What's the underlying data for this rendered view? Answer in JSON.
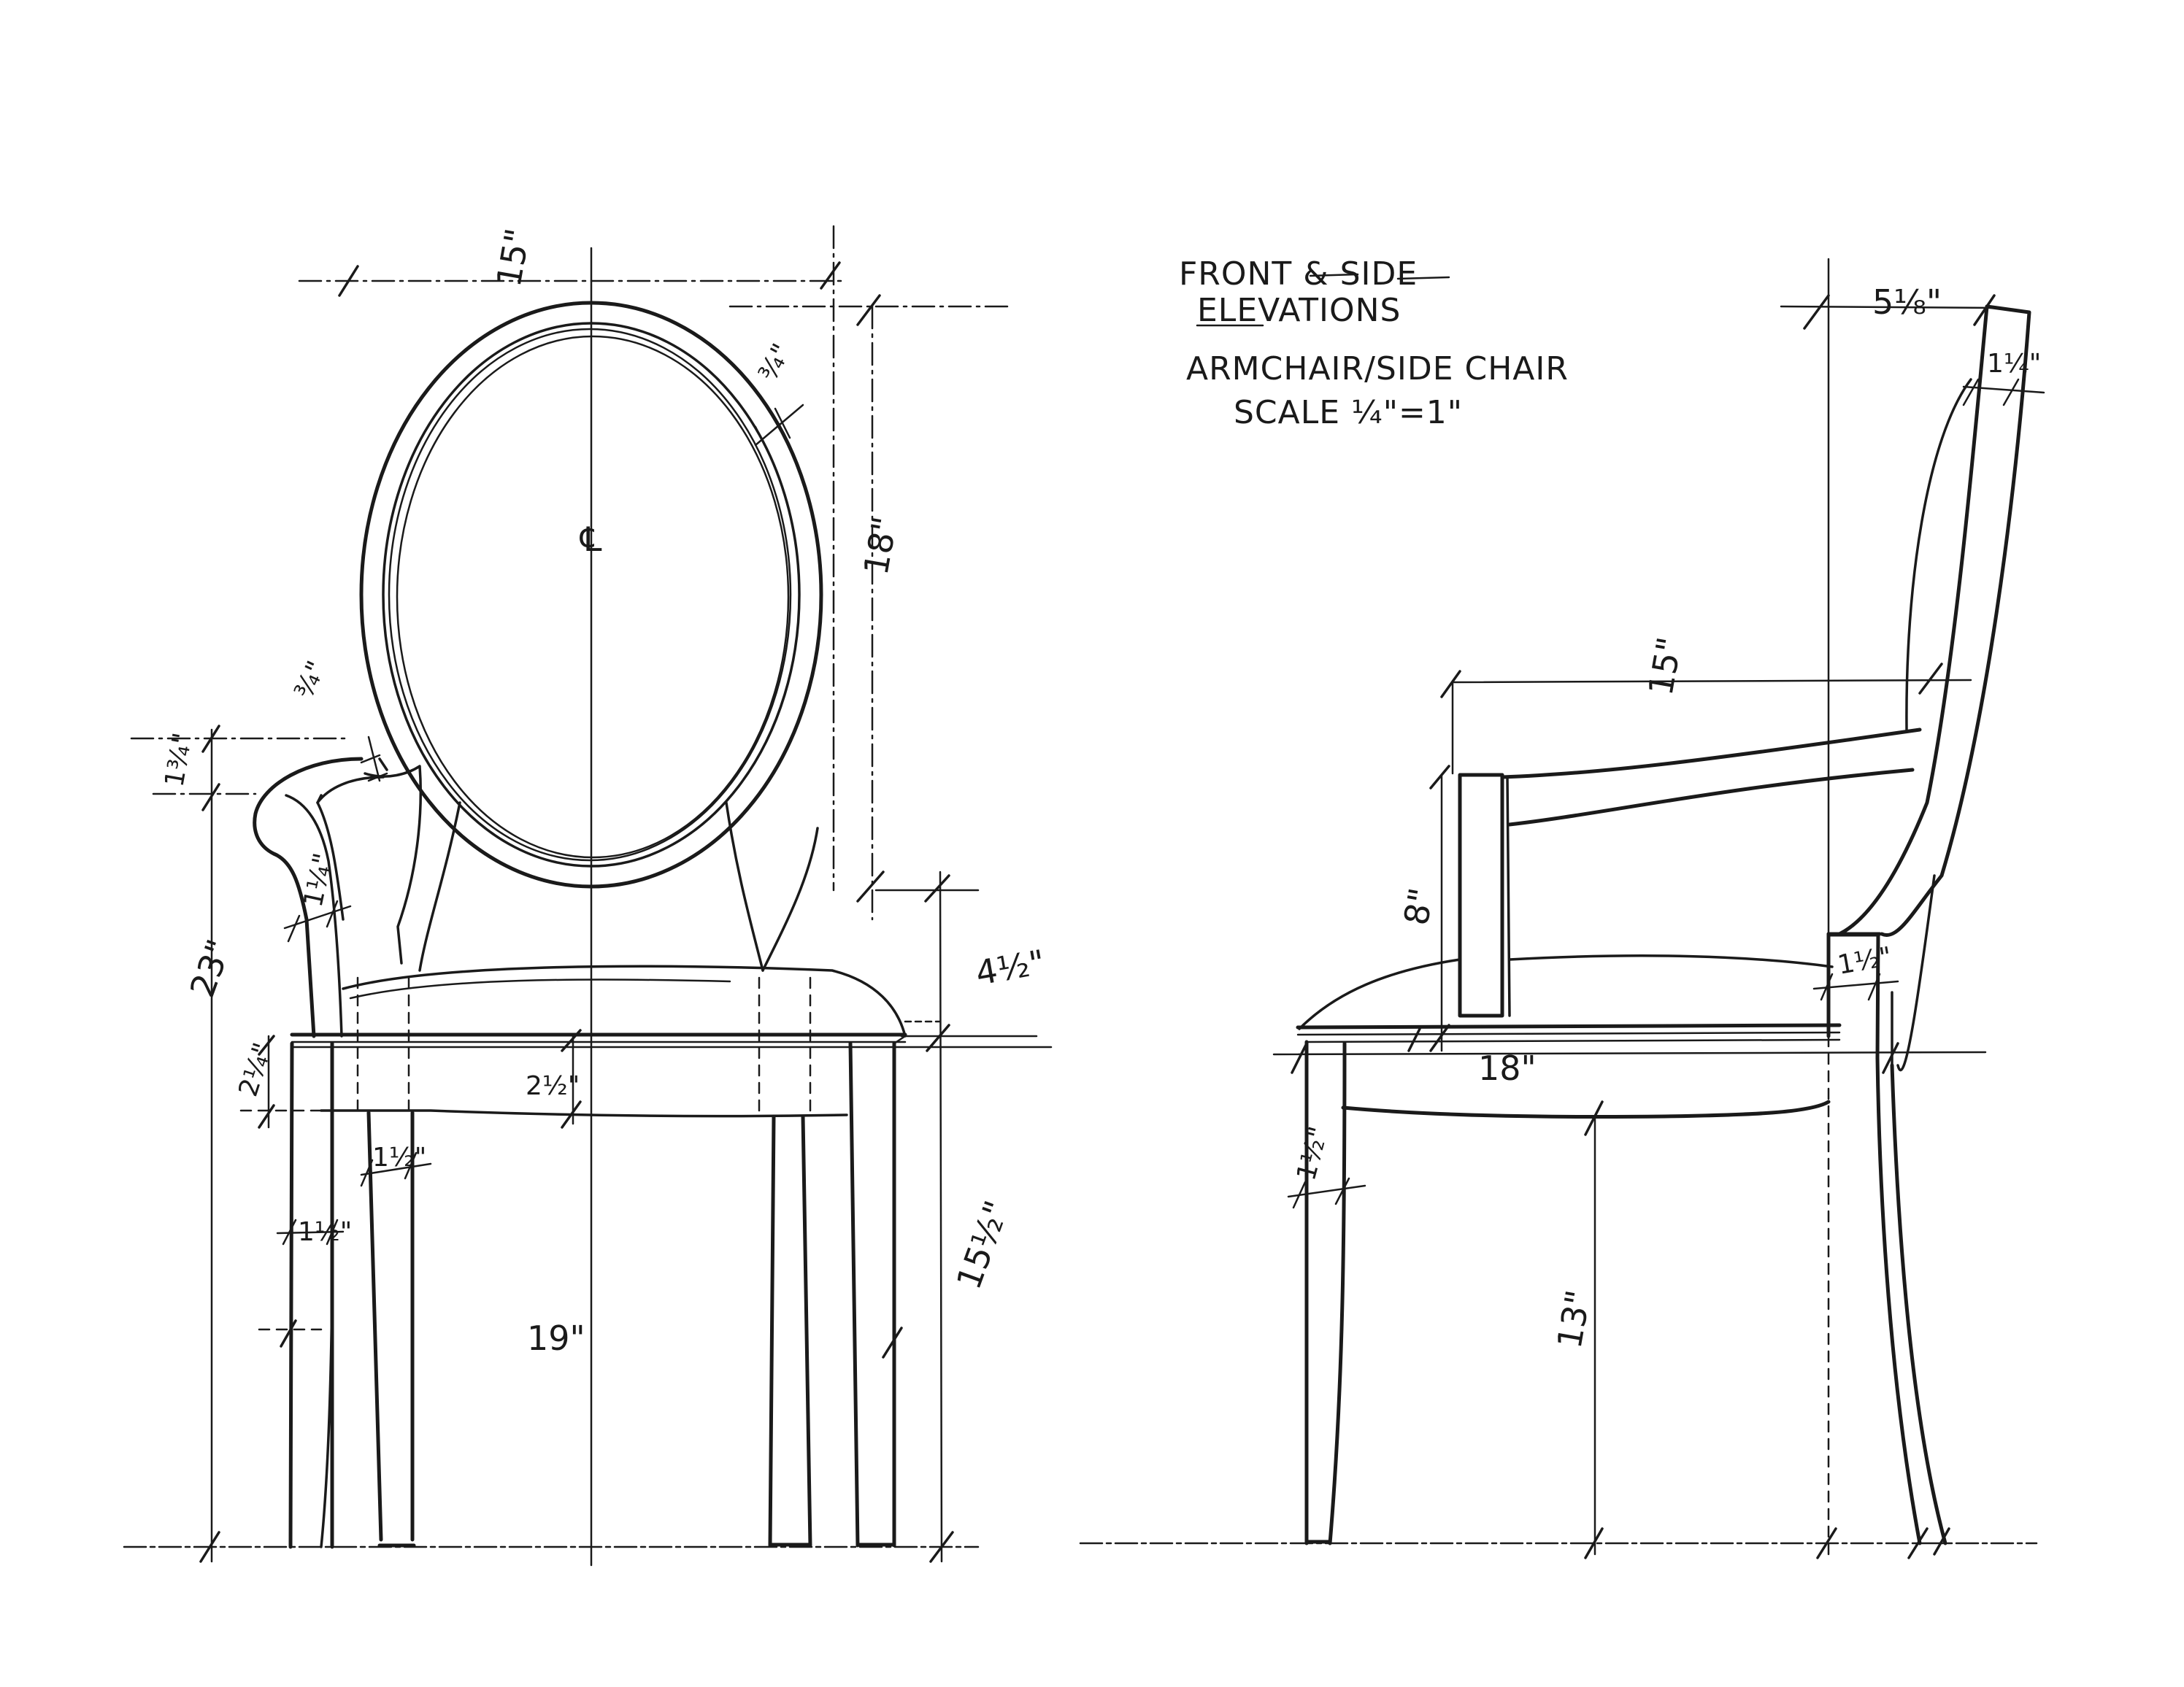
{
  "title_block": {
    "line1": "FRONT & SIDE",
    "line2": "ELEVATIONS",
    "line3": "ARMCHAIR/SIDE CHAIR",
    "line4": "SCALE ¼\"=1\""
  },
  "front_elevation": {
    "centerline_mark": "℄",
    "dimensions": {
      "overall_back_width": "15\"",
      "back_frame_thickness": "¾\"",
      "oval_back_height": "18\"",
      "arm_frame_thickness": "¾\"",
      "arm_top_offset": "1¾\"",
      "arm_post_width": "1¼\"",
      "arm_height_overall": "23\"",
      "back_to_seat_gap": "4½\"",
      "apron_height_left": "2¼\"",
      "apron_height_center": "2½\"",
      "back_leg_width": "1½\"",
      "front_leg_width": "1½\"",
      "seat_height": "19\"",
      "leg_height": "15½\""
    }
  },
  "side_elevation": {
    "dimensions": {
      "top_back_offset": "5⅛\"",
      "back_post_thickness": "1¼\"",
      "arm_depth": "15\"",
      "arm_post_height": "8\"",
      "back_post_width": "1½\"",
      "seat_depth": "18\"",
      "front_leg_width": "1½\"",
      "apron_to_floor": "13\""
    }
  },
  "colors": {
    "paper": "#ffffff",
    "ink": "#1a1a1a"
  }
}
